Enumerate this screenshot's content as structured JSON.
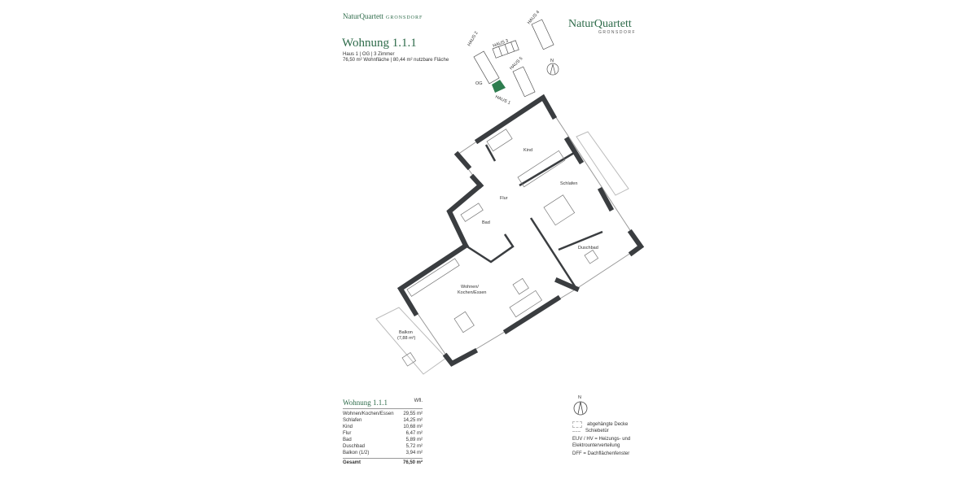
{
  "header": {
    "brand_small": "NaturQuartett",
    "brand_small_place": "GRONSDORF",
    "logo": "NaturQuartett",
    "logo_place": "GRONSDORF"
  },
  "apartment": {
    "title": "Wohnung 1.1.1",
    "subtitle1": "Haus 1 | OG | 3 Zimmer",
    "subtitle2": "76,50 m² Wohnfläche | 80,44 m² nutzbare Fläche"
  },
  "site_plan": {
    "houses": [
      "HAUS 1",
      "HAUS 2",
      "HAUS 3",
      "HAUS 4",
      "HAUS 5"
    ],
    "floor": "OG",
    "north": "N",
    "highlight_color": "#2e7d4f"
  },
  "rooms": {
    "kind": "Kind",
    "schlafen": "Schlafen",
    "flur": "Flur",
    "bad": "Bad",
    "duschbad": "Duschbad",
    "wohnen1": "Wohnen/",
    "wohnen2": "Kochen/Essen",
    "balkon1": "Balkon",
    "balkon2": "(7,88 m²)"
  },
  "area_table": {
    "title": "Wohnung 1.1.1",
    "col": "Wfl.",
    "rows": [
      {
        "name": "Wohnen/Kochen/Essen",
        "value": "29,55 m²"
      },
      {
        "name": "Schlafen",
        "value": "14,25 m²"
      },
      {
        "name": "Kind",
        "value": "10,68 m²"
      },
      {
        "name": "Flur",
        "value": "6,47 m²"
      },
      {
        "name": "Bad",
        "value": "5,89 m²"
      },
      {
        "name": "Duschbad",
        "value": "5,72 m²"
      },
      {
        "name": "Balkon (1/2)",
        "value": "3,94 m²"
      }
    ],
    "total": {
      "name": "Gesamt",
      "value": "76,50 m²"
    }
  },
  "legend": {
    "north": "N",
    "items": [
      "abgehängte Decke",
      "Schiebetür",
      "EUV / HV = Heizungs- und Elektrounterverteilung",
      "DFF = Dachflächenfenster"
    ]
  },
  "colors": {
    "accent": "#2e6b4a",
    "wall": "#3a3d40"
  }
}
